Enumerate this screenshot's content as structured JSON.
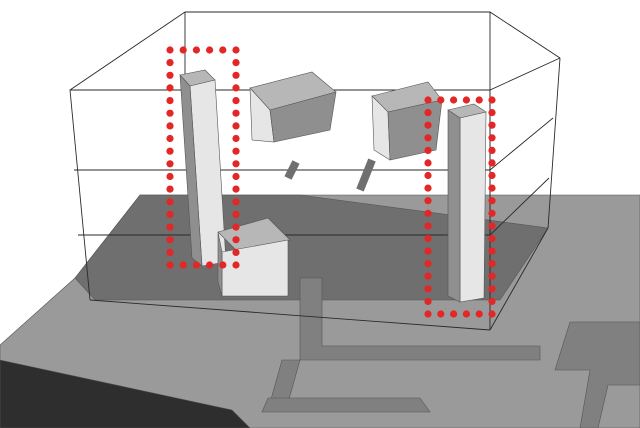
{
  "scene": {
    "colors": {
      "background": "#ffffff",
      "ground": "#9a9a9a",
      "ground_front": "#2e2e2e",
      "ground_shadow": "#6f6f6f",
      "path": "#808080",
      "wire": "#2a2a2a",
      "block_top": "#b7b7b7",
      "block_front": "#e6e6e6",
      "block_side": "#8f8f8f",
      "marker": "#e32626"
    },
    "objects": {
      "ground": "ground-plane",
      "wireframe": "wireframe-box-with-three-level-lines",
      "pillars": [
        "left-pillar",
        "right-pillar"
      ],
      "blocks": [
        "left-cube-upper",
        "left-cube-lower",
        "right-cube-upper"
      ],
      "highlights": [
        "left-highlight",
        "right-highlight"
      ]
    }
  }
}
